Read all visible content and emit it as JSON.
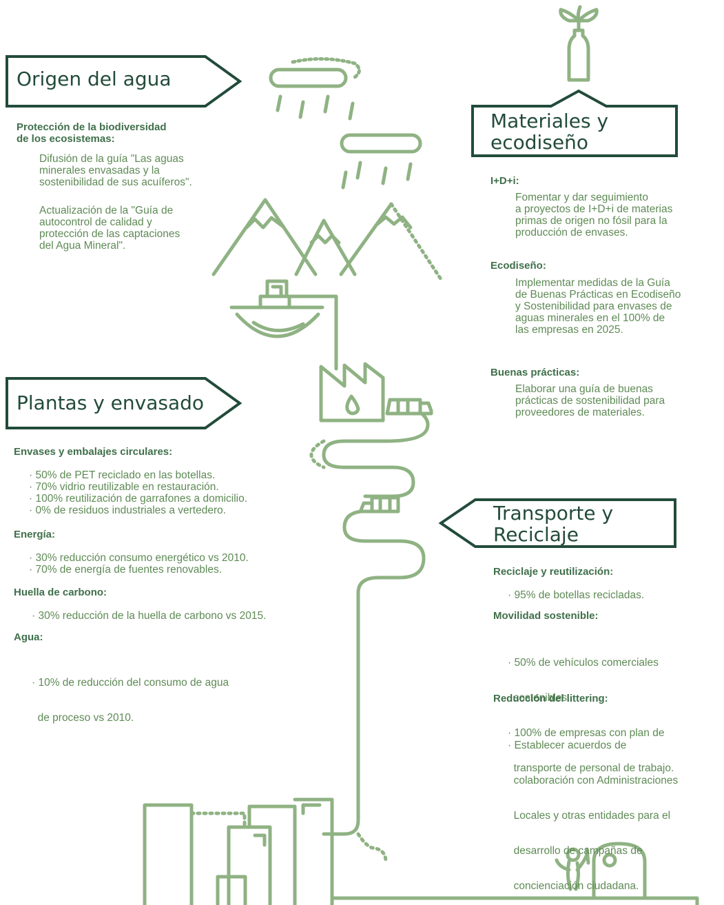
{
  "colors": {
    "dark_green": "#224b3a",
    "line_green": "#8fb283",
    "text_green": "#5e8a55",
    "heading_green": "#3f6f4a"
  },
  "origen": {
    "title": "Origen del agua",
    "section1": {
      "heading": [
        "Protección de la biodiversidad",
        "de los ecosistemas:"
      ],
      "para1": [
        "Difusión de la guía \"Las aguas",
        "minerales envasadas y la",
        "sostenibilidad de sus acuíferos\"."
      ],
      "para2": [
        "Actualización de la \"Guía de",
        "autocontrol de calidad y",
        "protección de las captaciones",
        "del Agua Mineral\"."
      ]
    }
  },
  "materiales": {
    "title": [
      "Materiales y",
      "ecodiseño"
    ],
    "idi": {
      "heading": "I+D+i:",
      "text": [
        "Fomentar y dar seguimiento",
        "a proyectos de I+D+i de materias",
        "primas de origen no fósil para la",
        "producción de envases."
      ]
    },
    "ecodiseno": {
      "heading": "Ecodiseño:",
      "text": [
        "Implementar medidas de la Guía",
        "de Buenas Prácticas en Ecodiseño",
        "y Sostenibilidad para envases de",
        "aguas minerales en el 100% de",
        "las empresas en 2025."
      ]
    },
    "buenas": {
      "heading": "Buenas prácticas:",
      "text": [
        "Elaborar una guía de buenas",
        "prácticas de sostenibilidad para",
        "proveedores de materiales."
      ]
    }
  },
  "plantas": {
    "title": "Plantas y envasado",
    "envases": {
      "heading": "Envases y embalajes circulares:",
      "items": [
        "· 50% de PET reciclado en las botellas.",
        "· 70% vidrio reutilizable en restauración.",
        "· 100% reutilización de garrafones a domicilio.",
        "· 0% de residuos industriales a vertedero."
      ]
    },
    "energia": {
      "heading": "Energía:",
      "items": [
        "· 30% reducción consumo energético vs 2010.",
        "· 70% de energía de fuentes renovables."
      ]
    },
    "huella": {
      "heading": "Huella de carbono:",
      "items": [
        "· 30% reducción de la huella de carbono vs 2015."
      ]
    },
    "agua": {
      "heading": "Agua:",
      "items": [
        "· 10% de reducción del consumo de agua",
        "  de proceso vs 2010."
      ]
    }
  },
  "transporte": {
    "title": [
      "Transporte y",
      "Reciclaje"
    ],
    "reciclaje": {
      "heading": "Reciclaje y reutilización:",
      "items": [
        "· 95% de botellas recicladas."
      ]
    },
    "movilidad": {
      "heading": "Movilidad sostenible:",
      "items": [
        "· 50% de vehículos comerciales",
        "  sostenibles.",
        "· 100% de empresas con plan de",
        "  transporte de personal de trabajo."
      ]
    },
    "littering": {
      "heading": "Reducción del littering:",
      "items": [
        "· Establecer acuerdos de",
        "  colaboración con Administraciones",
        "  Locales y otras entidades para el",
        "  desarrollo de campañas de",
        "  concienciación ciudadana."
      ]
    }
  },
  "icons": [
    "rain-cloud-icon",
    "mountains-icon",
    "spring-well-icon",
    "factory-icon",
    "truck-icon",
    "bottle-plant-icon",
    "buildings-icon",
    "recycle-container-icon",
    "person-recycling-icon"
  ]
}
